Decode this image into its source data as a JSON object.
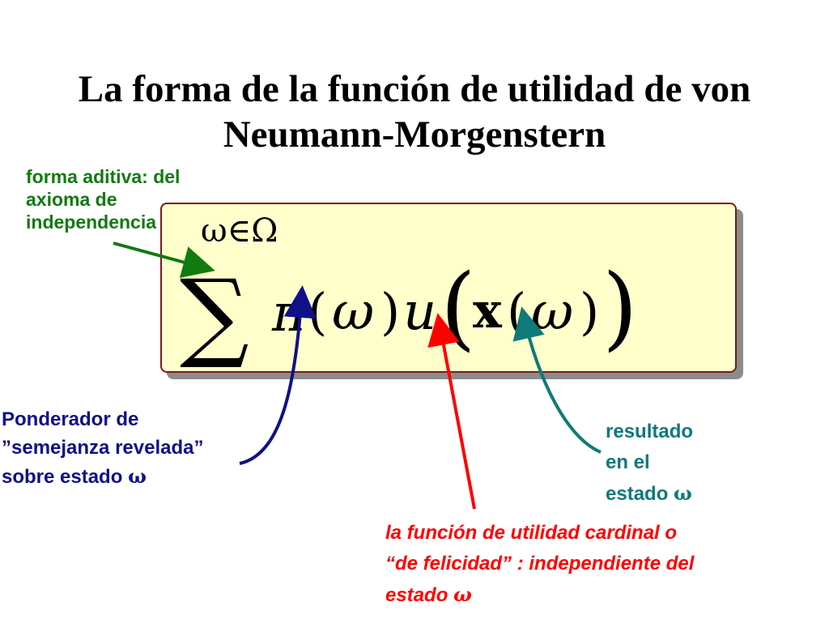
{
  "title": {
    "line1": "La forma de la función de utilidad de von",
    "line2": "Neumann-Morgenstern"
  },
  "formula": {
    "sum_subscript": "ω∈Ω",
    "sum_sign": "∑",
    "weight": "π",
    "omega": "ω",
    "utility": "u",
    "outcome": "x"
  },
  "labels": {
    "forma_aditiva": [
      "forma aditiva: del",
      "axioma de",
      "independencia"
    ],
    "ponderador": [
      "Ponderador de",
      "”semejanza revelada”",
      "sobre estado"
    ],
    "resultado": [
      "resultado",
      "en el",
      "estado"
    ],
    "funcion": [
      "la función de utilidad cardinal o",
      "“de felicidad” : independiente del",
      "estado"
    ],
    "omega_symbol": "ω"
  },
  "colors": {
    "green": "#117a11",
    "navy": "#10108a",
    "teal": "#0e7a7a",
    "red": "#ff0000",
    "box_fill": "#ffffcc",
    "box_border": "#7a1a1a"
  }
}
